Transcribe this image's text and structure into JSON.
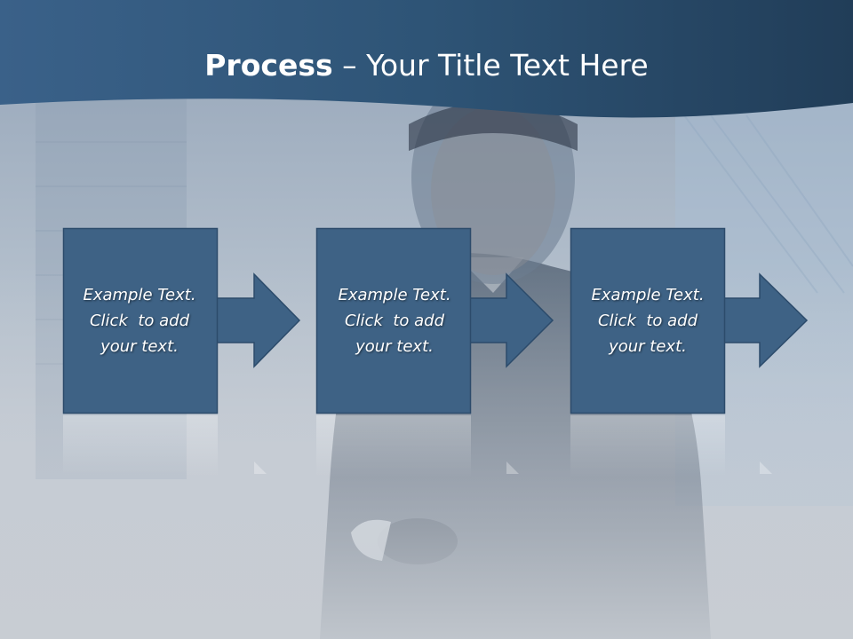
{
  "slide": {
    "title_bold": "Process",
    "title_rest": " – Your Title Text Here",
    "colors": {
      "header": "#2e5476",
      "box_fill": "#3e6285",
      "box_stroke": "#2c4b6b",
      "text": "#ffffff"
    }
  },
  "steps": [
    {
      "lines": [
        "Example Text.",
        "Click  to add",
        "your text."
      ]
    },
    {
      "lines": [
        "Example Text.",
        "Click  to add",
        "your text."
      ]
    },
    {
      "lines": [
        "Example Text.",
        "Click  to add",
        "your text."
      ]
    }
  ]
}
